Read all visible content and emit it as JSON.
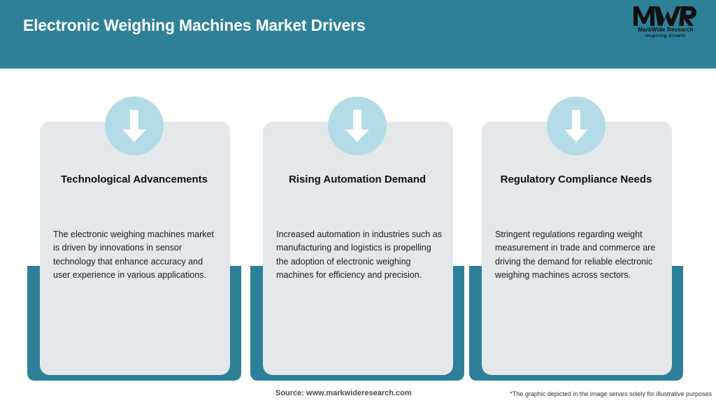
{
  "header": {
    "title": "Electronic Weighing Machines Market Drivers",
    "bg_color": "#2e8099",
    "logo": {
      "mark": "MWR",
      "name": "MarkWide Research",
      "tagline": "Inspiring Growth"
    }
  },
  "theme": {
    "teal": "#2e8099",
    "panel_gray": "#e4e8ea",
    "circle_blue": "#b3dbe8",
    "arrow_white": "#ffffff"
  },
  "cards": [
    {
      "icon": "down-arrow-icon",
      "title": "Technological Advancements",
      "body": "The electronic weighing machines market is driven by innovations in sensor technology that enhance accuracy and user experience in various applications."
    },
    {
      "icon": "down-arrow-icon",
      "title": "Rising Automation Demand",
      "body": "Increased automation in industries such as manufacturing and logistics is propelling the adoption of electronic weighing machines for efficiency and precision."
    },
    {
      "icon": "down-arrow-icon",
      "title": "Regulatory Compliance Needs",
      "body": "Stringent regulations regarding weight measurement in trade and commerce are driving the demand for reliable electronic weighing machines across sectors."
    }
  ],
  "footer": {
    "source": "Source: www.markwideresearch.com",
    "disclaimer": "*The graphic depicted in the image serves solely for illustrative purposes"
  }
}
